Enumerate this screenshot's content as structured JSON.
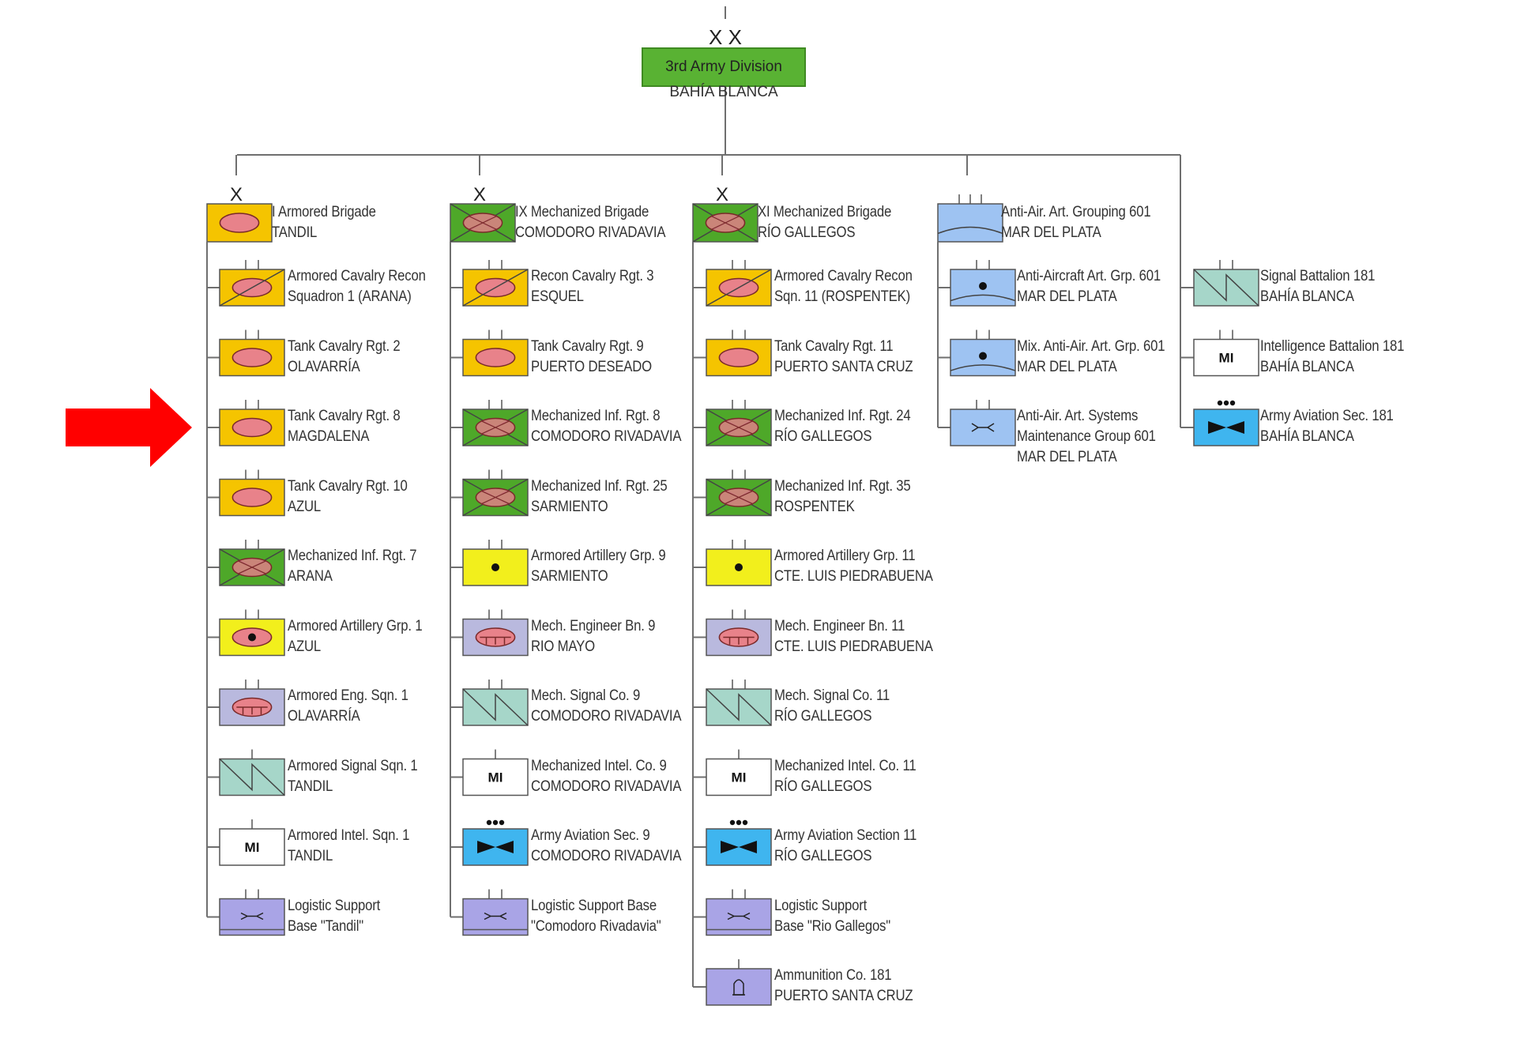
{
  "division": {
    "echelon": "X X",
    "title": "3rd Army Division",
    "location": "BAHÍA BLANCA",
    "color": "#59b233"
  },
  "columns": [
    {
      "key": "col1",
      "echelon": "X",
      "hq": {
        "name": "I Armored Brigade",
        "location": "TANDIL",
        "symbol": "armor",
        "fill": "#f5c400"
      },
      "units": [
        {
          "name": "Armored Cavalry Recon",
          "location": "Squadron 1 (ARANA)",
          "symbol": "armored-recon",
          "fill": "#f5c400"
        },
        {
          "name": "Tank Cavalry Rgt. 2",
          "location": "OLAVARRÍA",
          "symbol": "armor",
          "fill": "#f5c400"
        },
        {
          "name": "Tank Cavalry Rgt. 8",
          "location": "MAGDALENA",
          "symbol": "armor",
          "fill": "#f5c400",
          "highlighted": true
        },
        {
          "name": "Tank Cavalry Rgt. 10",
          "location": "AZUL",
          "symbol": "armor",
          "fill": "#f5c400"
        },
        {
          "name": "Mechanized Inf. Rgt. 7",
          "location": "ARANA",
          "symbol": "mech-inf",
          "fill": "#4ea829"
        },
        {
          "name": "Armored Artillery Grp. 1",
          "location": "AZUL",
          "symbol": "armored-artillery",
          "fill": "#f2ef1c"
        },
        {
          "name": "Armored Eng. Sqn. 1",
          "location": "OLAVARRÍA",
          "symbol": "engineer",
          "fill": "#b9b9de"
        },
        {
          "name": "Armored Signal Sqn. 1",
          "location": "TANDIL",
          "symbol": "signal",
          "fill": "#a6d6c9"
        },
        {
          "name": "Armored Intel. Sqn. 1",
          "location": "TANDIL",
          "symbol": "intel",
          "fill": "#ffffff",
          "code": "MI"
        },
        {
          "name": "Logistic Support",
          "location": "Base \"Tandil\"",
          "symbol": "logistics",
          "fill": "#a9a4e6"
        }
      ]
    },
    {
      "key": "col2",
      "echelon": "X",
      "hq": {
        "name": "IX Mechanized Brigade",
        "location": "COMODORO RIVADAVIA",
        "symbol": "mech-inf",
        "fill": "#4ea829"
      },
      "units": [
        {
          "name": "Recon Cavalry Rgt. 3",
          "location": "ESQUEL",
          "symbol": "armored-recon",
          "fill": "#f5c400"
        },
        {
          "name": "Tank Cavalry Rgt. 9",
          "location": "PUERTO DESEADO",
          "symbol": "armor",
          "fill": "#f5c400"
        },
        {
          "name": "Mechanized Inf. Rgt. 8",
          "location": "COMODORO RIVADAVIA",
          "symbol": "mech-inf",
          "fill": "#4ea829"
        },
        {
          "name": "Mechanized Inf. Rgt. 25",
          "location": "SARMIENTO",
          "symbol": "mech-inf",
          "fill": "#4ea829"
        },
        {
          "name": "Armored Artillery Grp. 9",
          "location": "SARMIENTO",
          "symbol": "artillery",
          "fill": "#f2ef1c"
        },
        {
          "name": "Mech. Engineer Bn. 9",
          "location": "RIO MAYO",
          "symbol": "engineer",
          "fill": "#b9b9de"
        },
        {
          "name": "Mech. Signal Co. 9",
          "location": "COMODORO RIVADAVIA",
          "symbol": "signal",
          "fill": "#a6d6c9"
        },
        {
          "name": "Mechanized Intel. Co. 9",
          "location": "COMODORO RIVADAVIA",
          "symbol": "intel",
          "fill": "#ffffff",
          "code": "MI"
        },
        {
          "name": "Army Aviation Sec. 9",
          "location": "COMODORO RIVADAVIA",
          "symbol": "aviation",
          "fill": "#3fb5ef"
        },
        {
          "name": "Logistic Support Base",
          "location": "\"Comodoro Rivadavia\"",
          "symbol": "logistics",
          "fill": "#a9a4e6"
        }
      ]
    },
    {
      "key": "col3",
      "echelon": "X",
      "hq": {
        "name": "XI Mechanized Brigade",
        "location": "RÍO GALLEGOS",
        "symbol": "mech-inf",
        "fill": "#4ea829"
      },
      "units": [
        {
          "name": "Armored Cavalry Recon",
          "location": "Sqn. 11 (ROSPENTEK)",
          "symbol": "armored-recon",
          "fill": "#f5c400"
        },
        {
          "name": "Tank Cavalry Rgt. 11",
          "location": "PUERTO SANTA CRUZ",
          "symbol": "armor",
          "fill": "#f5c400"
        },
        {
          "name": "Mechanized Inf. Rgt. 24",
          "location": "RÍO GALLEGOS",
          "symbol": "mech-inf",
          "fill": "#4ea829"
        },
        {
          "name": "Mechanized Inf. Rgt. 35",
          "location": "ROSPENTEK",
          "symbol": "mech-inf",
          "fill": "#4ea829"
        },
        {
          "name": "Armored Artillery Grp. 11",
          "location": "CTE. LUIS PIEDRABUENA",
          "symbol": "artillery",
          "fill": "#f2ef1c"
        },
        {
          "name": "Mech. Engineer Bn. 11",
          "location": "CTE. LUIS PIEDRABUENA",
          "symbol": "engineer",
          "fill": "#b9b9de"
        },
        {
          "name": "Mech. Signal Co. 11",
          "location": "RÍO GALLEGOS",
          "symbol": "signal",
          "fill": "#a6d6c9"
        },
        {
          "name": "Mechanized Intel. Co. 11",
          "location": "RÍO GALLEGOS",
          "symbol": "intel",
          "fill": "#ffffff",
          "code": "MI"
        },
        {
          "name": "Army Aviation Section 11",
          "location": "RÍO GALLEGOS",
          "symbol": "aviation",
          "fill": "#3fb5ef"
        },
        {
          "name": "Logistic Support",
          "location": "Base \"Rio Gallegos\"",
          "symbol": "logistics",
          "fill": "#a9a4e6"
        },
        {
          "name": "Ammunition Co. 181",
          "location": "PUERTO SANTA CRUZ",
          "symbol": "ammunition",
          "fill": "#a9a4e6"
        }
      ]
    },
    {
      "key": "col4",
      "echelon": "",
      "hq": {
        "name": "Anti-Air. Art. Grouping 601",
        "location": "MAR DEL PLATA",
        "symbol": "air-defense",
        "fill": "#9ec3f2"
      },
      "units": [
        {
          "name": "Anti-Aircraft Art. Grp. 601",
          "location": "MAR DEL PLATA",
          "symbol": "air-defense-artillery",
          "fill": "#9ec3f2"
        },
        {
          "name": "Mix. Anti-Air. Art. Grp. 601",
          "location": "MAR DEL PLATA",
          "symbol": "air-defense-artillery",
          "fill": "#9ec3f2"
        },
        {
          "name": "Anti-Air. Art. Systems",
          "location": "Maintenance Group 601",
          "extra": "MAR DEL PLATA",
          "symbol": "maintenance",
          "fill": "#9ec3f2"
        }
      ]
    },
    {
      "key": "col5",
      "echelon": "",
      "units": [
        {
          "name": "Signal Battalion 181",
          "location": "BAHÍA BLANCA",
          "symbol": "signal",
          "fill": "#a6d6c9"
        },
        {
          "name": "Intelligence Battalion 181",
          "location": "BAHÍA BLANCA",
          "symbol": "intel",
          "fill": "#ffffff",
          "code": "MI"
        },
        {
          "name": "Army Aviation Sec. 181",
          "location": "BAHÍA BLANCA",
          "symbol": "aviation",
          "fill": "#3fb5ef"
        }
      ]
    }
  ],
  "colors": {
    "line": "#6f6f6f",
    "arrow": "#ff0000",
    "ellipse": "#e8828a",
    "mech_ellipse": "#e07f87"
  }
}
